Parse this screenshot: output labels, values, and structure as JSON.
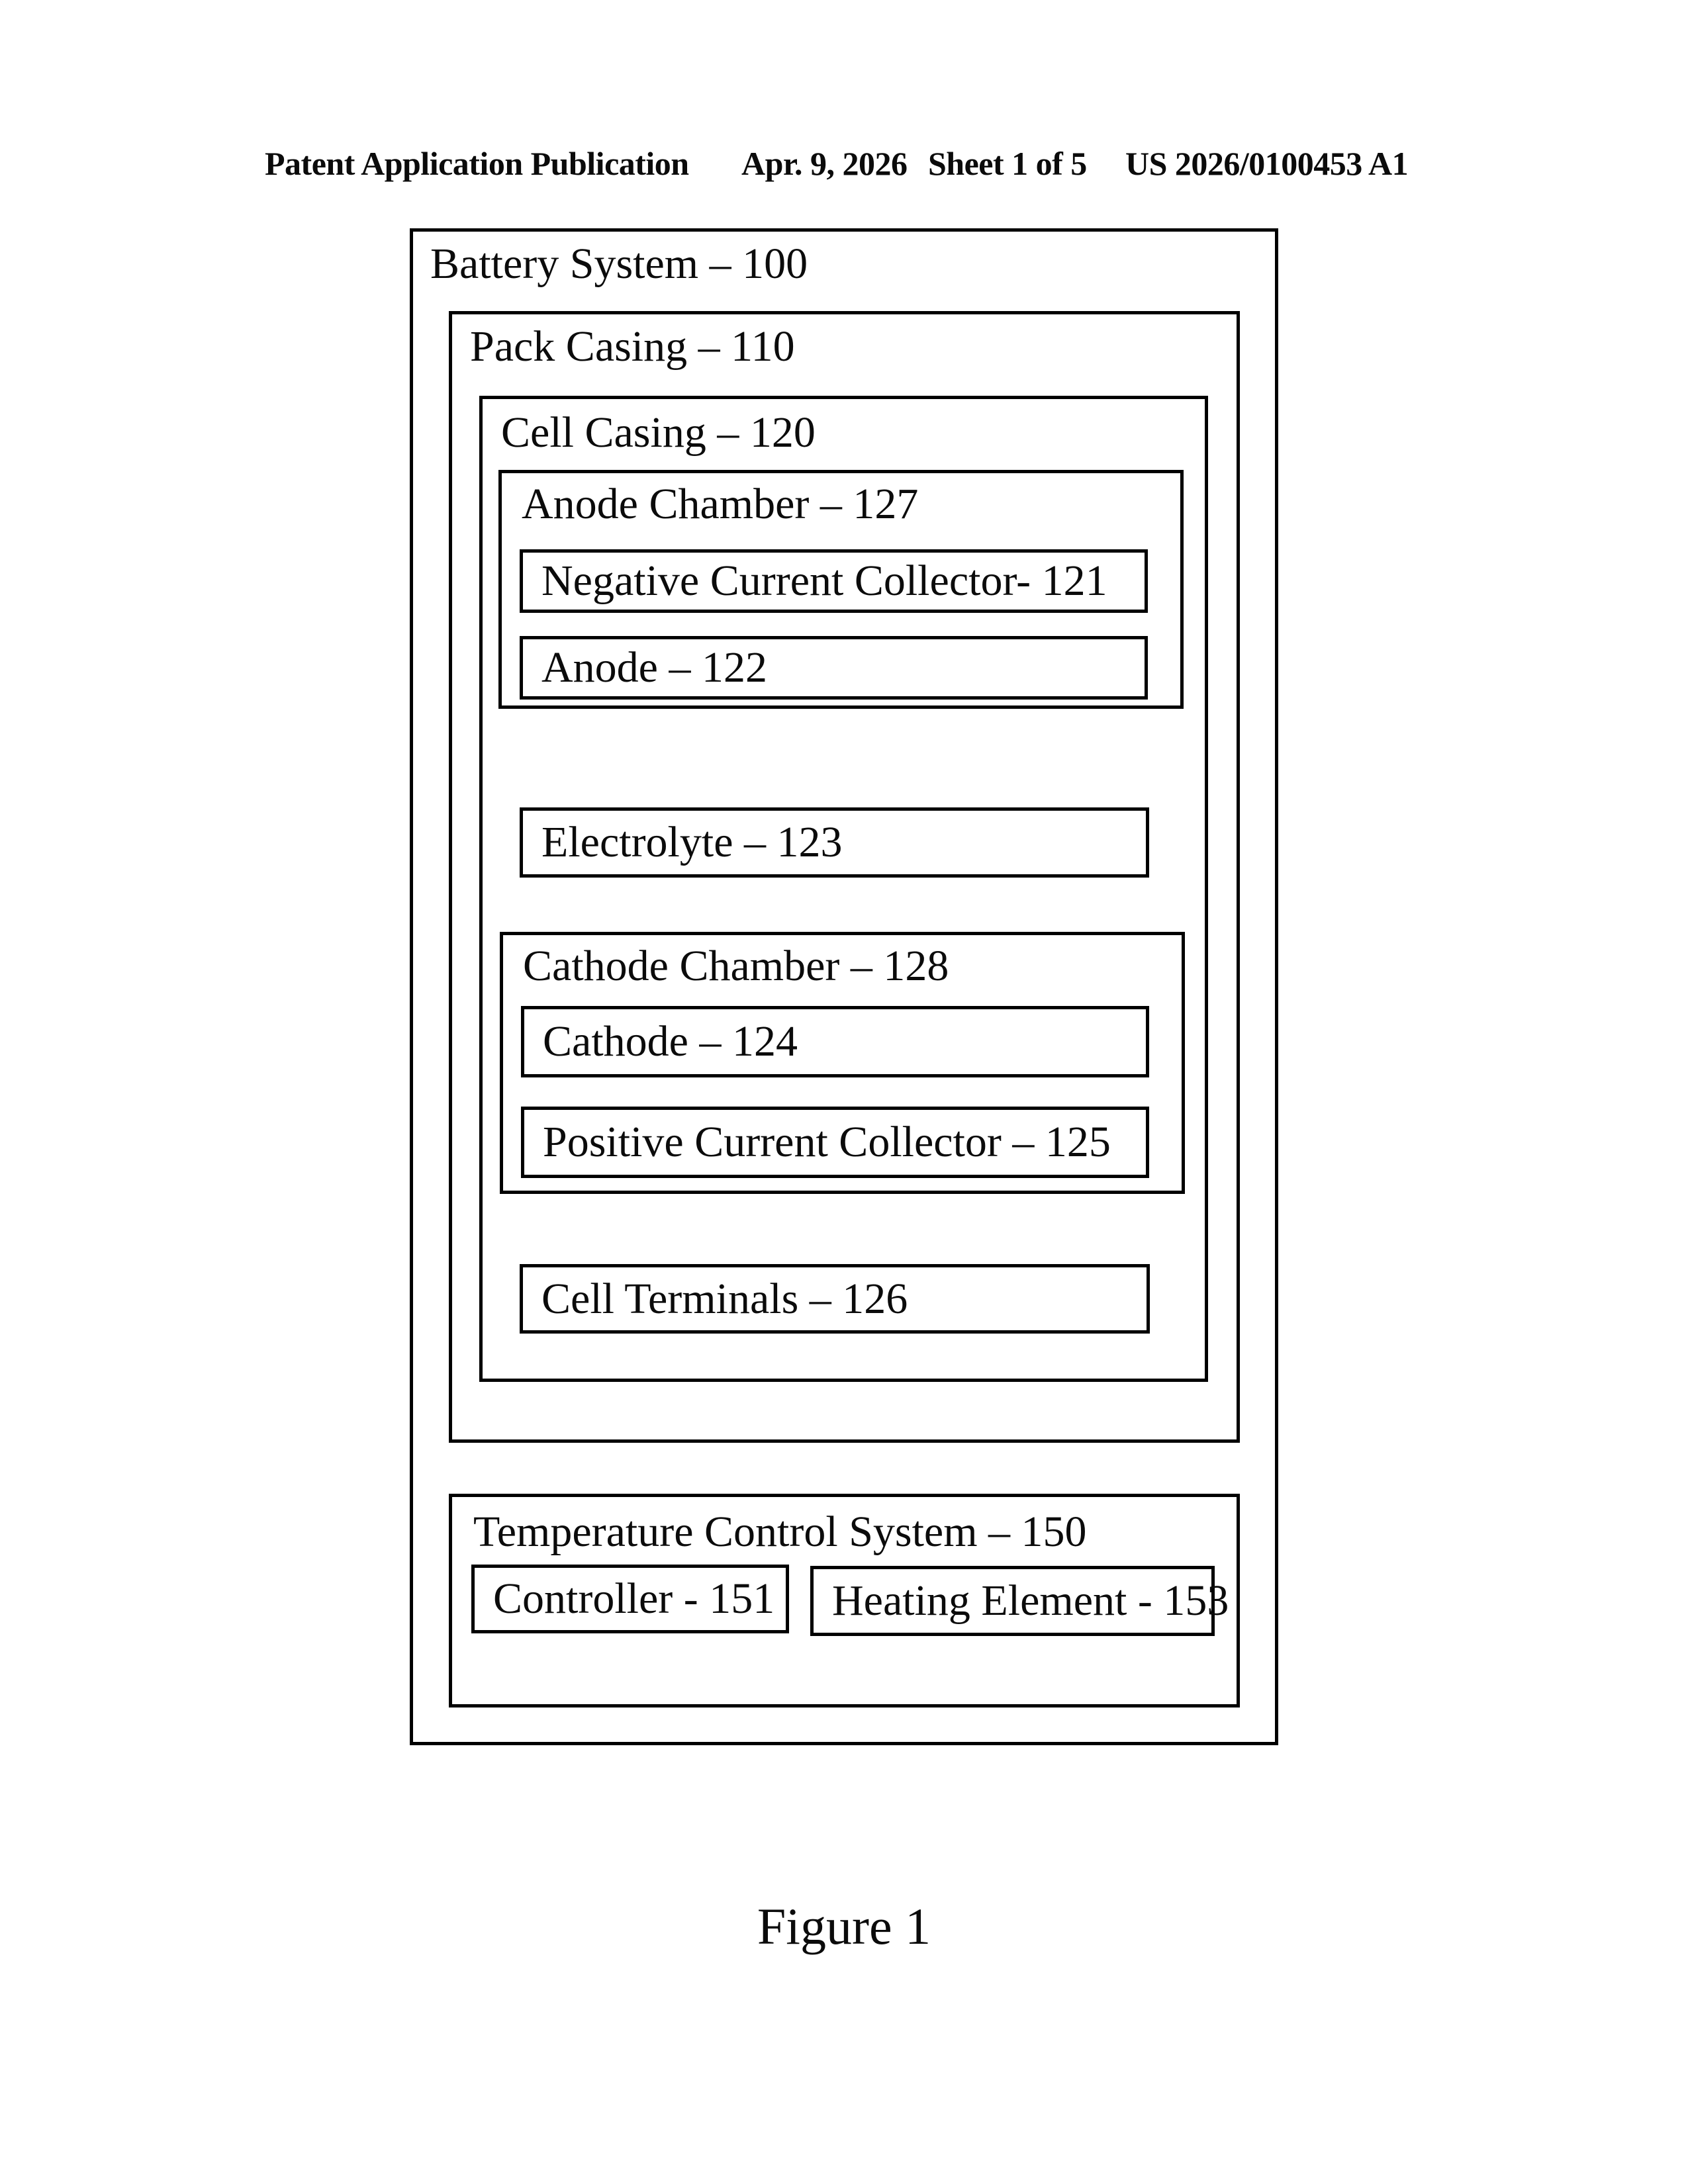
{
  "header": {
    "publication": "Patent Application Publication",
    "date": "Apr. 9, 2026",
    "sheet": "Sheet 1 of 5",
    "patent_number": "US 2026/0100453 A1"
  },
  "figure": {
    "caption": "Figure 1",
    "boxes": {
      "battery_system": "Battery System – 100",
      "pack_casing": "Pack Casing – 110",
      "cell_casing": "Cell Casing – 120",
      "anode_chamber": "Anode Chamber – 127",
      "negative_current_collector": "Negative Current Collector- 121",
      "anode": "Anode – 122",
      "electrolyte": "Electrolyte – 123",
      "cathode_chamber": "Cathode Chamber – 128",
      "cathode": "Cathode – 124",
      "positive_current_collector": "Positive Current Collector – 125",
      "cell_terminals": "Cell Terminals – 126",
      "temperature_control_system": "Temperature Control System – 150",
      "controller": "Controller - 151",
      "heating_element": "Heating Element - 153"
    }
  }
}
